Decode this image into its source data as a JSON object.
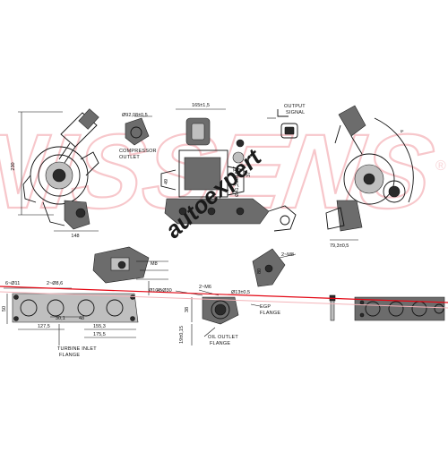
{
  "watermark": {
    "brand": "NISSENS",
    "registered_mark": "®",
    "shop": "autoexpert",
    "colors": {
      "red": "#e30613",
      "pink": "#f3b4b9",
      "ink": "#1a1a1a"
    }
  },
  "labels": {
    "compressor_outlet_l1": "COMPRESSOR",
    "compressor_outlet_l2": "OUTLET",
    "output_signal_l1": "OUTPUT",
    "output_signal_l2": "SIGNAL",
    "turbine_inlet_l1": "TURBINE INLET",
    "turbine_inlet_l2": "FLANGE",
    "oil_outlet_l1": "OIL OUTLET",
    "oil_outlet_l2": "FLANGE",
    "egp_l1": "EGP",
    "egp_l2": "FLANGE"
  },
  "dimensions": {
    "d230": "230",
    "d148": "148",
    "d165": "165±1,5",
    "d41_25": "Ø41,25±0,05",
    "d92": "Ø92,08±0,5",
    "d37": "37",
    "d49": "49",
    "d77": "77",
    "d79": "79,3±0,5",
    "d4": "4",
    "dm8": "M8",
    "d10_5": "Ø10,5",
    "dm8b": "2~M8",
    "d80": "80",
    "d2m6": "2~M6",
    "d13": "Ø13±0,5",
    "d38": "38",
    "d4_30": "4~Ø30",
    "d19": "19±0,15",
    "d6_11": "6~Ø11",
    "d2_8_6": "2~Ø8,6",
    "d50": "50",
    "d30_1": "30,1",
    "d48": "48",
    "d127": "127,5",
    "d155": "155,3",
    "d175": "175,5"
  }
}
